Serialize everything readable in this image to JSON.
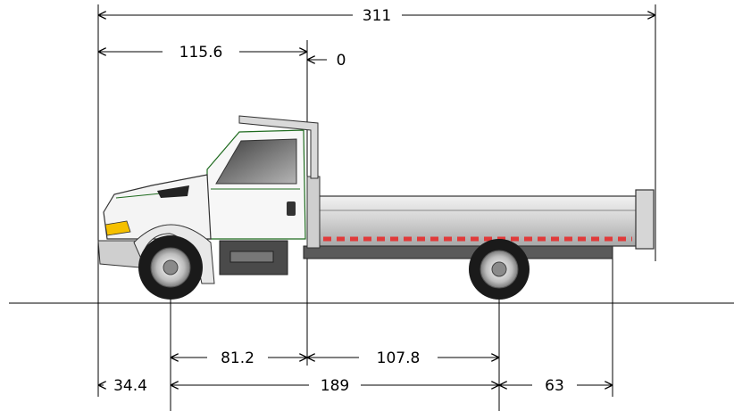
{
  "diagram": {
    "dimensions": {
      "overall_length": "311",
      "bumper_to_back_of_cab": "115.6",
      "back_of_cab_reference": "0",
      "front_axle_to_back_of_cab": "81.2",
      "back_of_cab_to_rear_axle": "107.8",
      "bumper_to_front_axle": "34.4",
      "wheelbase": "189",
      "rear_axle_to_frame_end": "63"
    },
    "colors": {
      "body_stripe": "#e03a3a",
      "dump_body": "#c9c9c9",
      "cab_glass": "#6b6b6b"
    }
  }
}
